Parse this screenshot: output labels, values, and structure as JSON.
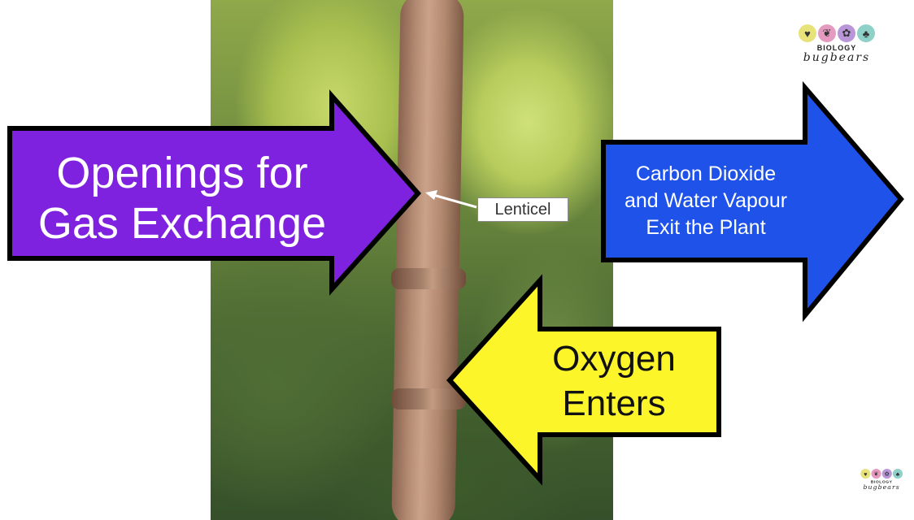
{
  "diagram": {
    "callout_label": "Lenticel",
    "left_arrow": {
      "text_line1": "Openings for",
      "text_line2": "Gas Exchange",
      "color": "#7e22e0"
    },
    "right_arrow": {
      "text_line1": "Carbon Dioxide",
      "text_line2": "and Water Vapour",
      "text_line3": "Exit the Plant",
      "color": "#1e52e8"
    },
    "bottom_arrow": {
      "text_line1": "Oxygen",
      "text_line2": "Enters",
      "color": "#fbf52a"
    }
  },
  "branding": {
    "line1": "BIOLOGY",
    "line2": "bugbears",
    "icons": [
      "heart-icon",
      "lungs-icon",
      "brain-icon",
      "plant-icon"
    ],
    "icon_colors": [
      "#e7e27a",
      "#e59ac0",
      "#b896d8",
      "#8fd0c9"
    ]
  }
}
